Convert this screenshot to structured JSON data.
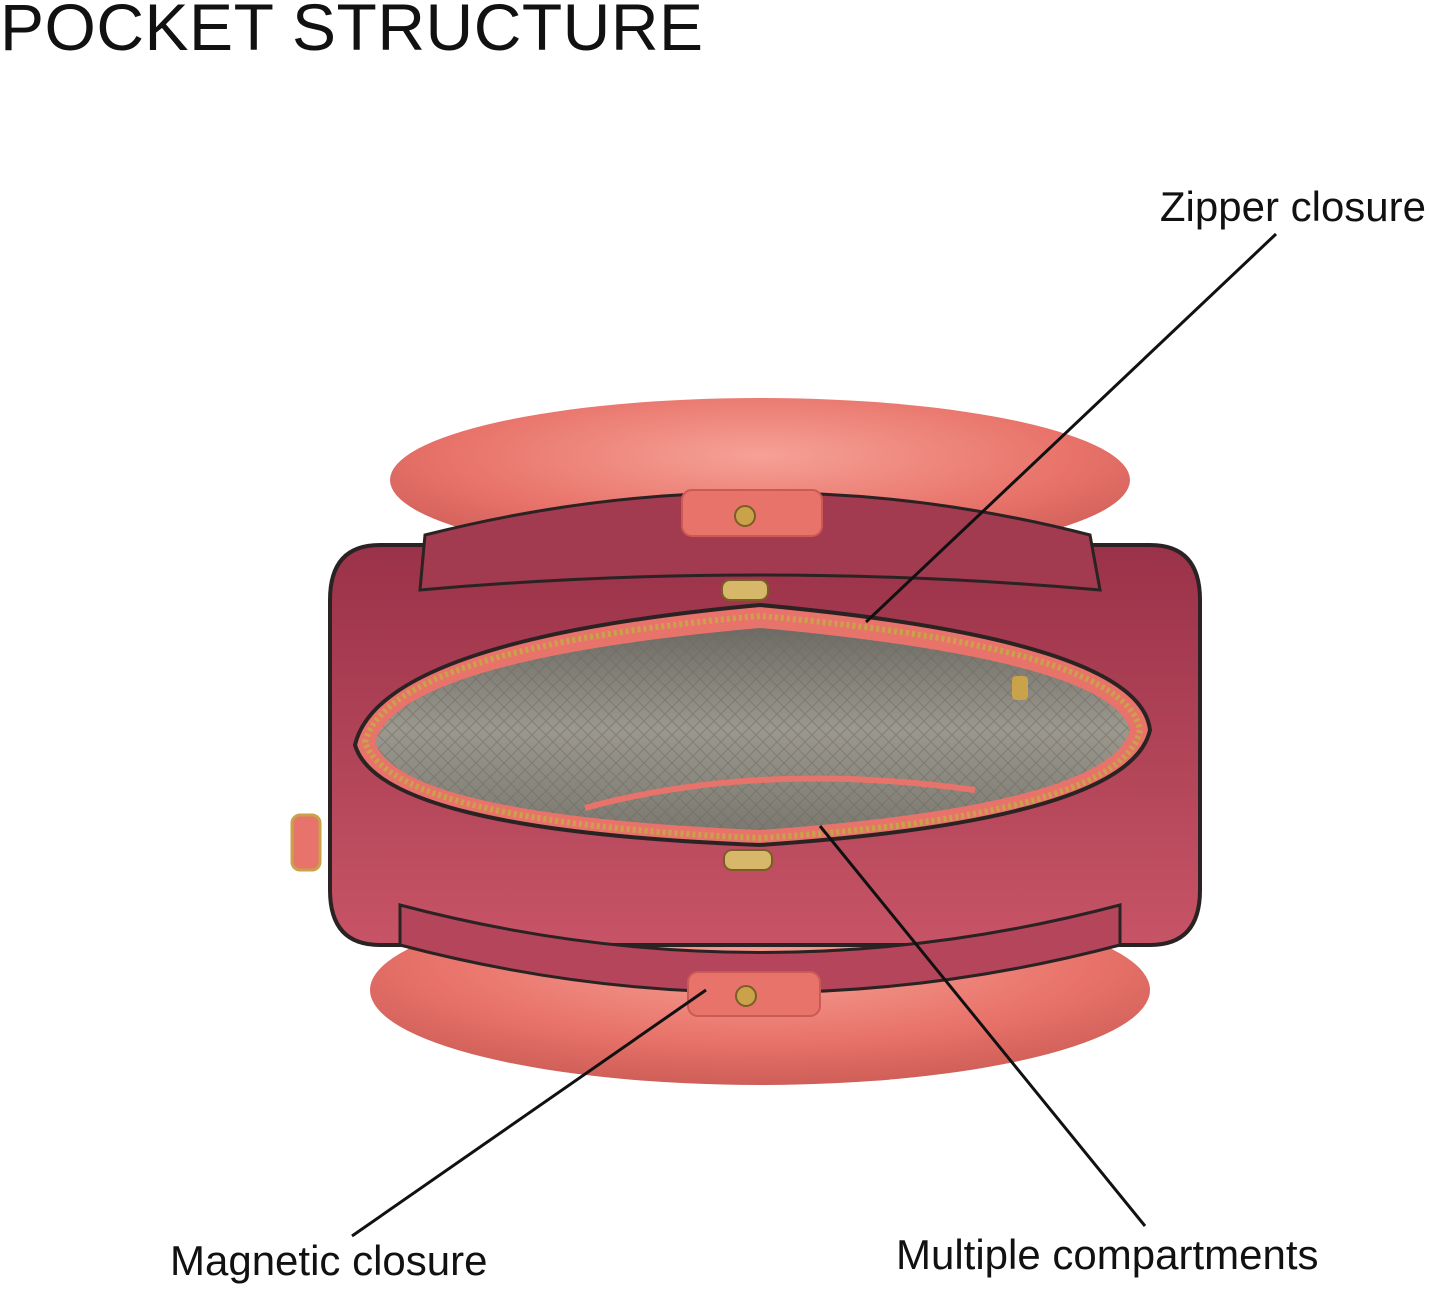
{
  "title": "POCKET STRUCTURE",
  "callouts": {
    "zipper": "Zipper closure",
    "magnetic": "Magnetic closure",
    "multiple": "Multiple compartments"
  },
  "image": {
    "subject": "handbag-top-view",
    "colors": {
      "leather": "#e8736a",
      "leather_light": "#f0958a",
      "lining": "#b8465a",
      "lining_dark": "#8e2f44",
      "fabric": "#8d8a80",
      "fabric_dark": "#5f5c55",
      "zipper": "#c9a24a",
      "edge": "#2b2323",
      "leader_line": "#111111"
    }
  }
}
